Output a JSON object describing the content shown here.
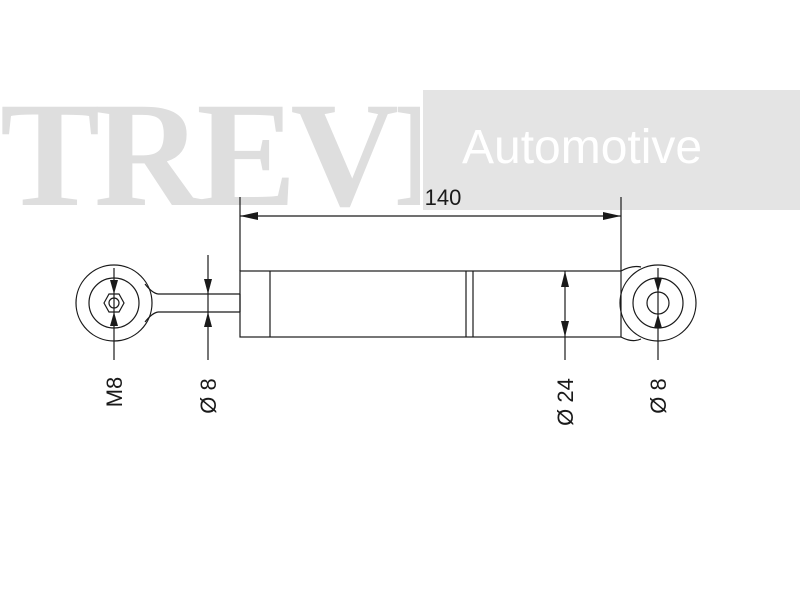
{
  "watermark": {
    "brand": "TREVI",
    "tagline": "Automotive"
  },
  "dimensions": {
    "overall_length": "140",
    "left_thread": "M8",
    "rod_diameter": "Ø 8",
    "body_diameter": "Ø 24",
    "right_bore": "Ø 8"
  },
  "colors": {
    "line": "#1a1a1a",
    "watermark": "#dedede",
    "watermark_band": "#e4e4e4"
  }
}
